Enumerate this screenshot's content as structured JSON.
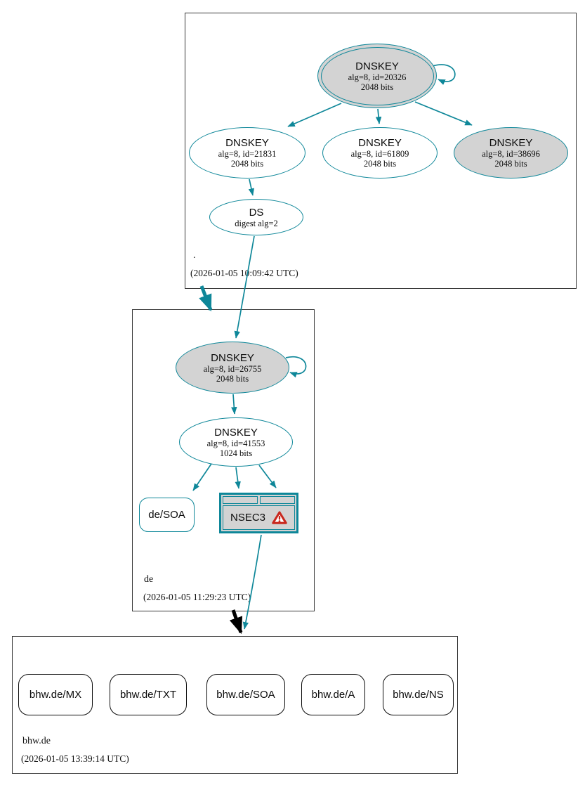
{
  "zones": {
    "root": {
      "label": ".",
      "timestamp": "(2026-01-05 10:09:42 UTC)",
      "ksk": {
        "title": "DNSKEY",
        "alg": "alg=8, id=20326",
        "bits": "2048 bits"
      },
      "keys": [
        {
          "title": "DNSKEY",
          "alg": "alg=8, id=21831",
          "bits": "2048 bits"
        },
        {
          "title": "DNSKEY",
          "alg": "alg=8, id=61809",
          "bits": "2048 bits"
        },
        {
          "title": "DNSKEY",
          "alg": "alg=8, id=38696",
          "bits": "2048 bits"
        }
      ],
      "ds": {
        "title": "DS",
        "digest": "digest alg=2"
      }
    },
    "de": {
      "label": "de",
      "timestamp": "(2026-01-05 11:29:23 UTC)",
      "ksk": {
        "title": "DNSKEY",
        "alg": "alg=8, id=26755",
        "bits": "2048 bits"
      },
      "zsk": {
        "title": "DNSKEY",
        "alg": "alg=8, id=41553",
        "bits": "1024 bits"
      },
      "soa": {
        "label": "de/SOA"
      },
      "nsec3": {
        "label": "NSEC3"
      }
    },
    "bhw": {
      "label": "bhw.de",
      "timestamp": "(2026-01-05 13:39:14 UTC)",
      "rrsets": [
        {
          "label": "bhw.de/MX"
        },
        {
          "label": "bhw.de/TXT"
        },
        {
          "label": "bhw.de/SOA"
        },
        {
          "label": "bhw.de/A"
        },
        {
          "label": "bhw.de/NS"
        }
      ]
    }
  },
  "colors": {
    "edge_secure": "#0e8799",
    "node_fill_gray": "#d3d3d3",
    "warning_red": "#c9281e",
    "delegation_insecure": "#000000"
  }
}
